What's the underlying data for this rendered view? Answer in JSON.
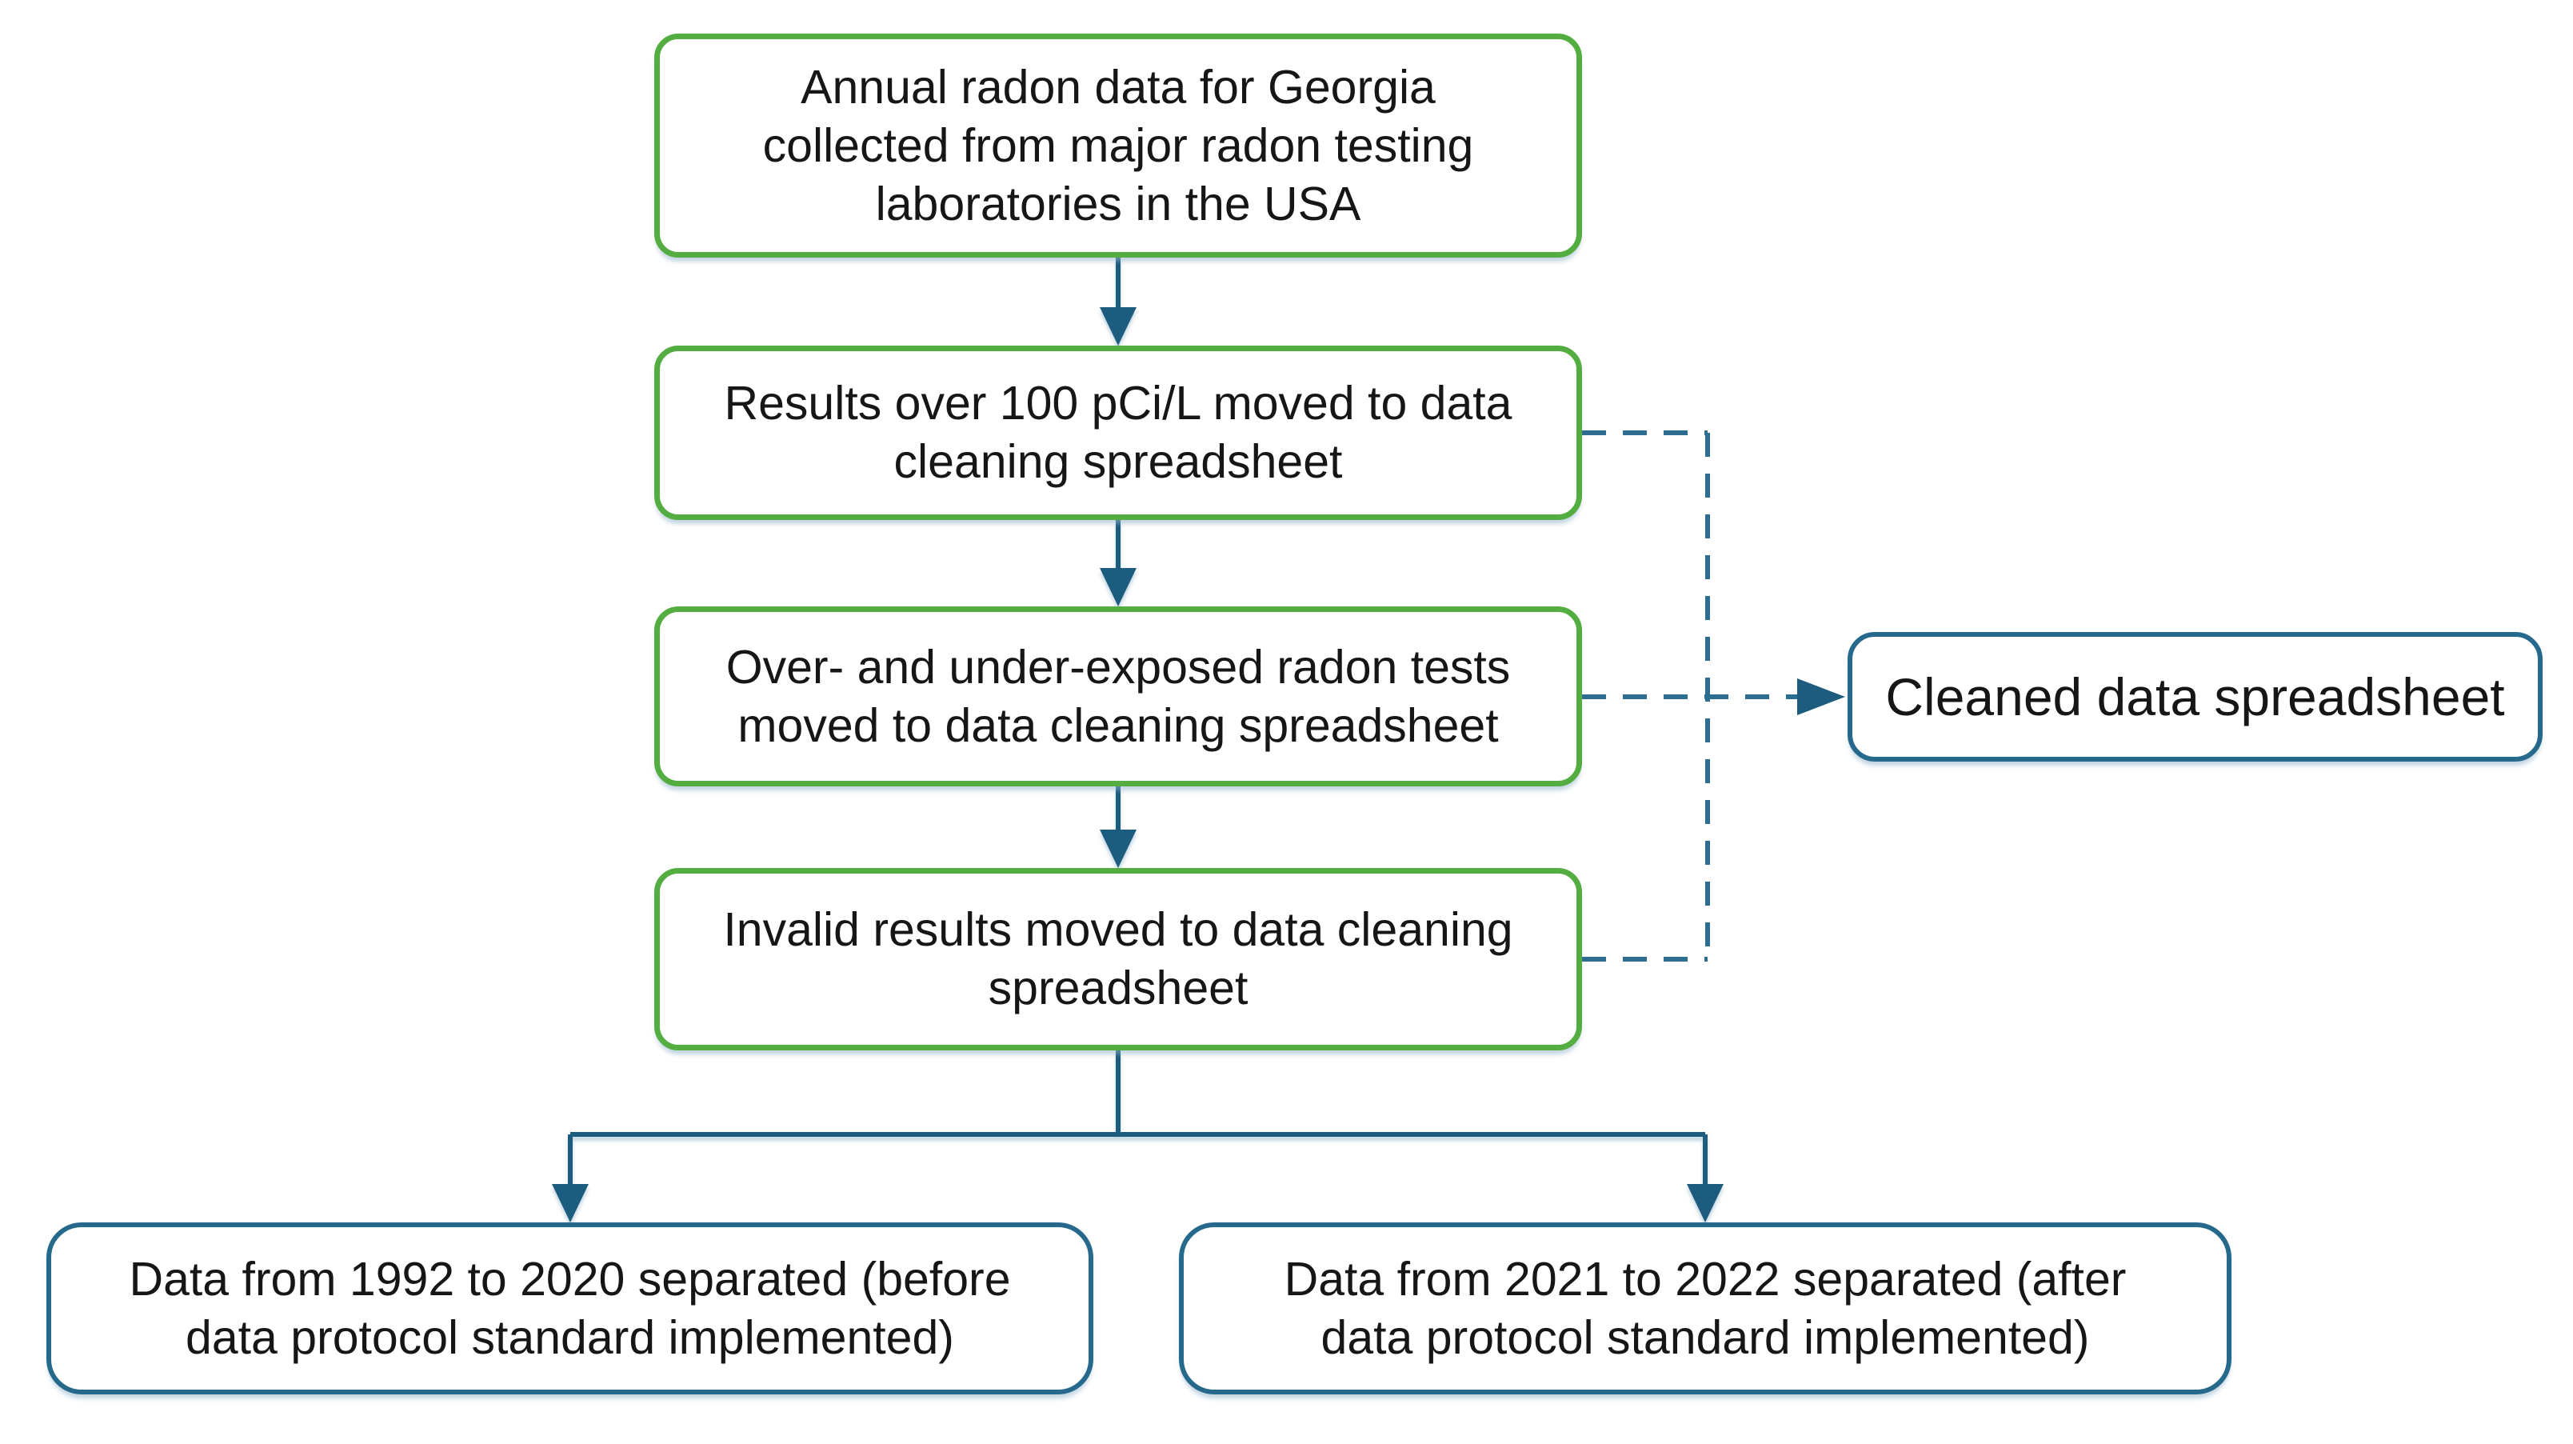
{
  "theme": {
    "bg": "#ffffff",
    "green-border": "#53ad41",
    "blue-border": "#26698c",
    "arrow-color": "#1e5c7f",
    "dashed-color": "#2c6d90",
    "text-color": "#161616"
  },
  "flowchart": {
    "nodes": {
      "collect": {
        "lines": [
          "Annual radon data for Georgia",
          "collected from major radon testing",
          "laboratories in the USA"
        ]
      },
      "over100": {
        "lines": [
          "Results over 100 pCi/L moved to data",
          "cleaning spreadsheet"
        ]
      },
      "overunder": {
        "lines": [
          "Over- and under-exposed radon tests",
          "moved to data cleaning spreadsheet"
        ]
      },
      "invalid": {
        "lines": [
          "Invalid results moved to data cleaning",
          "spreadsheet"
        ]
      },
      "cleaned": {
        "lines": [
          "Cleaned data spreadsheet"
        ]
      },
      "before": {
        "lines": [
          "Data from 1992 to 2020 separated (before",
          "data protocol standard implemented)"
        ]
      },
      "after": {
        "lines": [
          "Data from 2021 to 2022 separated (after",
          "data protocol standard implemented)"
        ]
      }
    }
  }
}
